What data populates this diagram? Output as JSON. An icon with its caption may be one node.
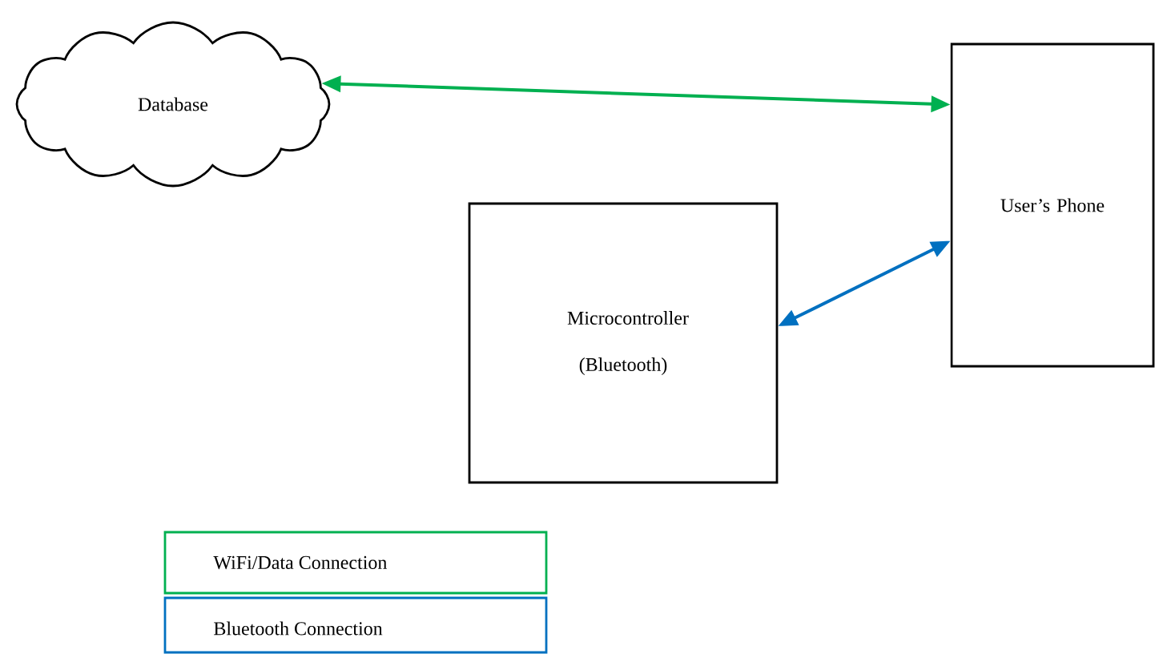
{
  "diagram": {
    "nodes": [
      {
        "text": [
          "Database"
        ]
      },
      {
        "text": [
          "Microcontroller",
          "(Bluetooth)"
        ]
      },
      {
        "text": [
          "User’s Phone"
        ]
      }
    ],
    "edges": [
      {
        "from": 0,
        "to": 2,
        "arrow": "both",
        "color": "#00b050"
      },
      {
        "from": 1,
        "to": 2,
        "arrow": "both",
        "color": "#0070c0"
      }
    ],
    "legend": [
      {
        "text": "WiFi/Data Connection",
        "color": "#00b050"
      },
      {
        "text": "Bluetooth Connection",
        "color": "#0070c0"
      }
    ]
  }
}
